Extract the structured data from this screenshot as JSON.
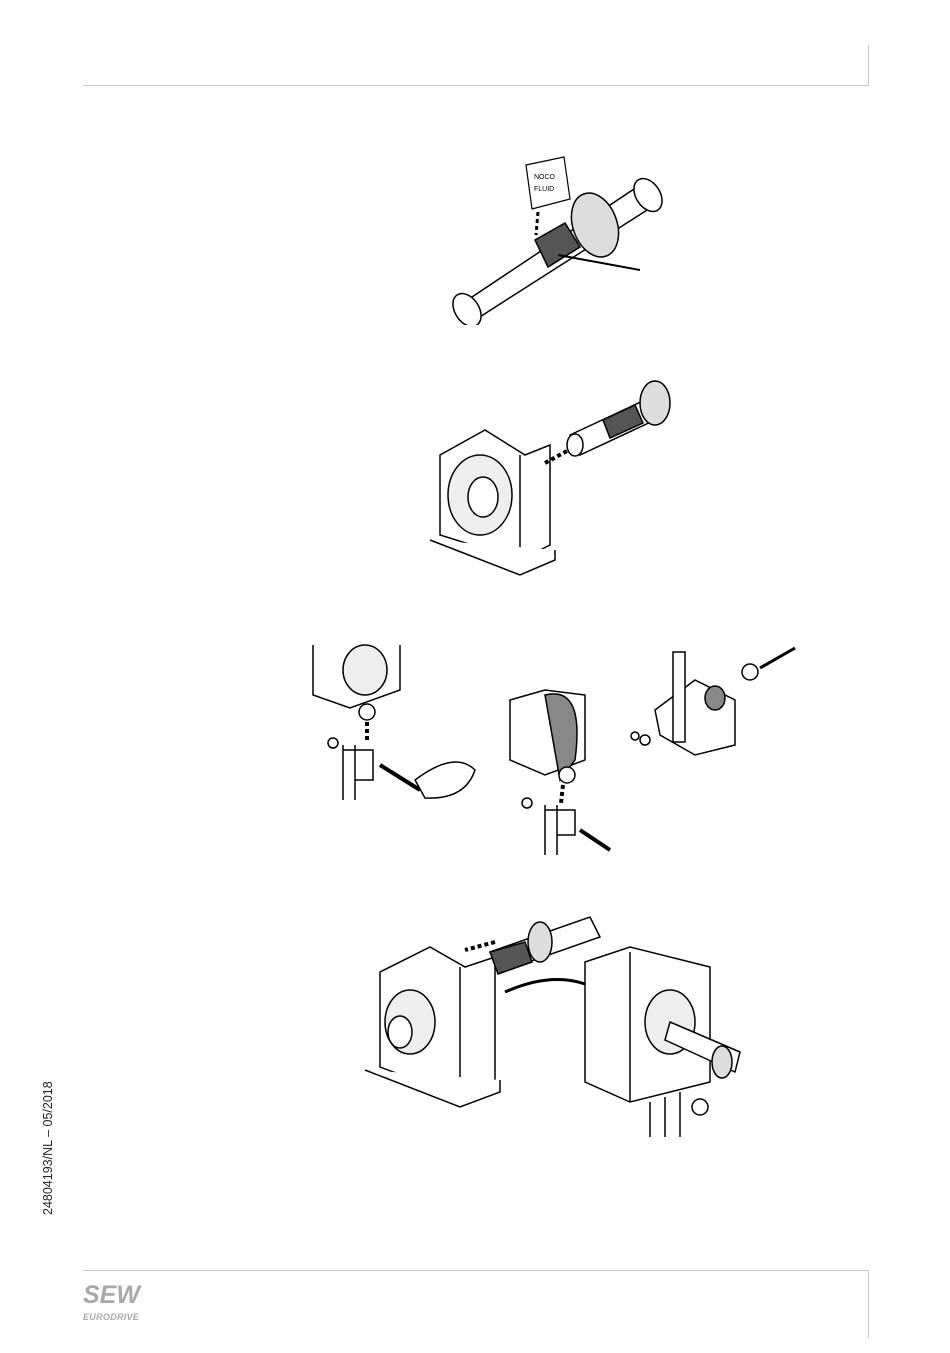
{
  "header": {},
  "figures": {
    "fig1": {
      "tag_label_1": "NOCO",
      "tag_label_2": "FLUID"
    }
  },
  "footer": {
    "doc_ref": "24804193/NL – 05/2018",
    "logo_top": "SEW",
    "logo_bottom": "EURODRIVE"
  }
}
